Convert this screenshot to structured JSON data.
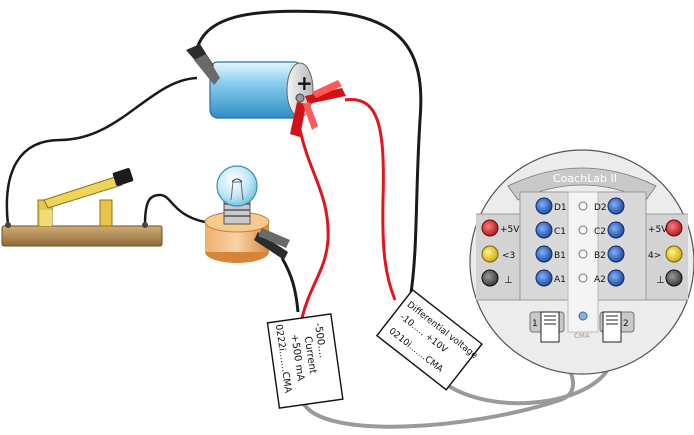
{
  "battery": {
    "plus_sign": "+"
  },
  "current_sensor": {
    "line1": "-500....",
    "line2": "Current",
    "line3": "+500 mA",
    "line4": "0222i.......CMA"
  },
  "voltage_sensor": {
    "line1": "Differential voltage",
    "line2": "-10.....       +10V",
    "line3": "0210i.......CMA"
  },
  "coachlab": {
    "title": "CoachLab II",
    "left_channels": [
      "D1",
      "C1",
      "B1",
      "A1"
    ],
    "right_channels": [
      "D2",
      "C2",
      "B2",
      "A2"
    ],
    "left_red_label": "+5V",
    "right_red_label": "+5V",
    "left_yellow_label": "<3",
    "right_yellow_label": "4>",
    "ground_symbol": "⊥",
    "port1_label": "1",
    "port2_label": "2",
    "logo": "CMA"
  },
  "colors": {
    "red_wire": "#e0161d",
    "black_wire": "#1a1a1a",
    "gray_cable": "#9a9a9a",
    "battery_blue": "#7fc8ea",
    "base_wood": "#b08a55",
    "panel_gray": "#d9d9d9",
    "socket_blue": "#1f4fa8"
  }
}
